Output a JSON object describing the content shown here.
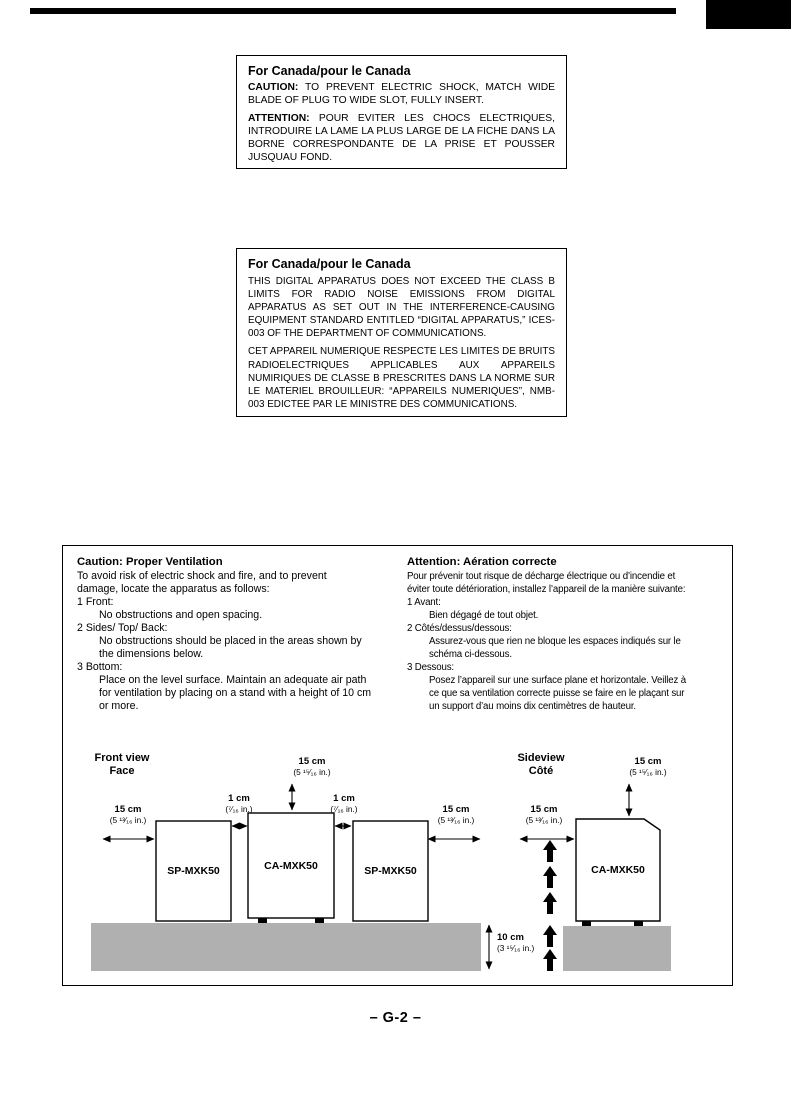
{
  "page": {
    "footer": "– G-2 –"
  },
  "colors": {
    "platform_gray": "#b0b0b0",
    "ink": "#000000"
  },
  "notice_shock": {
    "title": "For Canada/pour le Canada",
    "caution_label": "CAUTION:",
    "caution_text": " TO PREVENT ELECTRIC SHOCK, MATCH WIDE BLADE OF PLUG TO WIDE SLOT, FULLY INSERT.",
    "attention_label": "ATTENTION:",
    "attention_text": " POUR EVITER LES CHOCS ELECTRIQUES, INTRODUIRE LA LAME LA PLUS LARGE DE LA FICHE DANS LA BORNE CORRESPONDANTE DE LA PRISE ET POUSSER JUSQUAU FOND."
  },
  "notice_digital": {
    "title": "For Canada/pour le Canada",
    "en": "THIS DIGITAL APPARATUS DOES NOT EXCEED THE CLASS B LIMITS FOR RADIO NOISE EMISSIONS FROM DIGITAL APPARATUS AS SET OUT IN THE INTERFERENCE-CAUSING EQUIPMENT STANDARD ENTITLED “DIGITAL APPARATUS,” ICES-003 OF THE DEPARTMENT OF COMMUNICATIONS.",
    "fr": "CET APPAREIL NUMERIQUE RESPECTE LES LIMITES DE BRUITS RADIOELECTRIQUES APPLICABLES AUX APPAREILS NUMIRIQUES DE CLASSE B PRESCRITES DANS LA NORME SUR LE MATERIEL BROUILLEUR: “APPAREILS NUMERIQUES”, NMB-003 EDICTEE PAR LE MINISTRE DES COMMUNICATIONS."
  },
  "ventilation": {
    "en": {
      "title": "Caution: Proper Ventilation",
      "intro": "To avoid risk of electric shock and fire, and to prevent\ndamage, locate the apparatus as follows:",
      "items": [
        {
          "label": "1 Front:",
          "body": "No obstructions and open spacing."
        },
        {
          "label": "2 Sides/ Top/ Back:",
          "body": "No obstructions should be placed in the areas shown by\nthe dimensions below."
        },
        {
          "label": "3 Bottom:",
          "body": "Place on the level surface. Maintain an adequate air path\nfor ventilation by placing on a stand with a height of 10 cm\nor more."
        }
      ]
    },
    "fr": {
      "title": "Attention: Aération correcte",
      "intro": "Pour prévenir tout risque de décharge électrique ou d’incendie et\néviter toute détérioration, installez l’appareil de la manière suivante:",
      "items": [
        {
          "label": "1 Avant:",
          "body": "Bien dégagé de tout objet."
        },
        {
          "label": "2 Côtés/dessus/dessous:",
          "body": "Assurez-vous que rien ne bloque les espaces indiqués sur le\nschéma ci-dessous."
        },
        {
          "label": "3 Dessous:",
          "body": "Posez l’appareil sur une surface plane et horizontale. Veillez à\nce que sa ventilation correcte puisse se faire en le plaçant sur\nun support d’au moins dix centimètres de hauteur."
        }
      ]
    }
  },
  "diagram": {
    "front_view": {
      "line1": "Front view",
      "line2": "Face"
    },
    "side_view": {
      "line1": "Sideview",
      "line2": "Côté"
    },
    "units": [
      "SP-MXK50",
      "CA-MXK50",
      "SP-MXK50",
      "CA-MXK50"
    ],
    "dims": [
      {
        "cm": "15 cm",
        "inch": "(5 ¹³⁄₁₆ in.)"
      },
      {
        "cm": "1 cm",
        "inch": "(⁷⁄₁₆ in.)"
      },
      {
        "cm": "15 cm",
        "inch": "(5 ¹⁵⁄₁₆ in.)"
      },
      {
        "cm": "1 cm",
        "inch": "(⁷⁄₁₆ in.)"
      },
      {
        "cm": "15 cm",
        "inch": "(5 ¹³⁄₁₆ in.)"
      },
      {
        "cm": "10 cm",
        "inch": "(3 ¹⁵⁄₁₆ in.)"
      },
      {
        "cm": "15 cm",
        "inch": "(5 ¹³⁄₁₆ in.)"
      },
      {
        "cm": "15 cm",
        "inch": "(5 ¹⁵⁄₁₆ in.)"
      }
    ]
  }
}
